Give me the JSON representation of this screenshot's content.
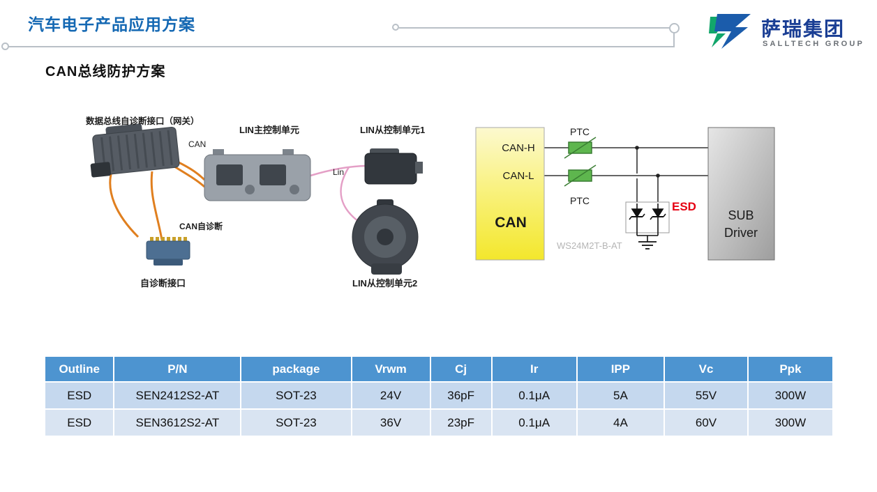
{
  "header": {
    "title": "汽车电子产品应用方案",
    "brand": "萨瑞集团",
    "brand_sub": "SALLTECH GROUP"
  },
  "section_title": "CAN总线防护方案",
  "bus_diagram": {
    "gateway_label": "数据总线自诊断接口（网关）",
    "can_label": "CAN",
    "lin_master_label": "LIN主控制单元",
    "lin_slave1_label": "LIN从控制单元1",
    "lin_wire_label": "Lin",
    "can_diag_label": "CAN自诊断",
    "diag_port_label": "自诊断接口",
    "lin_slave2_label": "LIN从控制单元2"
  },
  "schematic": {
    "can_h": "CAN-H",
    "can_l": "CAN-L",
    "can": "CAN",
    "ptc_top": "PTC",
    "ptc_bottom": "PTC",
    "esd": "ESD",
    "sub_line1": "SUB",
    "sub_line2": "Driver",
    "watermark": "WS24M2T-B-AT"
  },
  "table": {
    "headers": [
      "Outline",
      "P/N",
      "package",
      "Vrwm",
      "Cj",
      "Ir",
      "IPP",
      "Vc",
      "Ppk"
    ],
    "rows": [
      [
        "ESD",
        "SEN2412S2-AT",
        "SOT-23",
        "24V",
        "36pF",
        "0.1μA",
        "5A",
        "55V",
        "300W"
      ],
      [
        "ESD",
        "SEN3612S2-AT",
        "SOT-23",
        "36V",
        "23pF",
        "0.1μA",
        "4A",
        "60V",
        "300W"
      ]
    ]
  },
  "colors": {
    "title_blue": "#1468b3",
    "brand_blue": "#1a3e94",
    "table_header_blue": "#4d94d0",
    "row_odd": "#c5d8ee",
    "row_even": "#d9e4f2",
    "esd_red": "#e60012",
    "ptc_green": "#5eb64e",
    "can_box_yellow": "#f5eb3a"
  }
}
